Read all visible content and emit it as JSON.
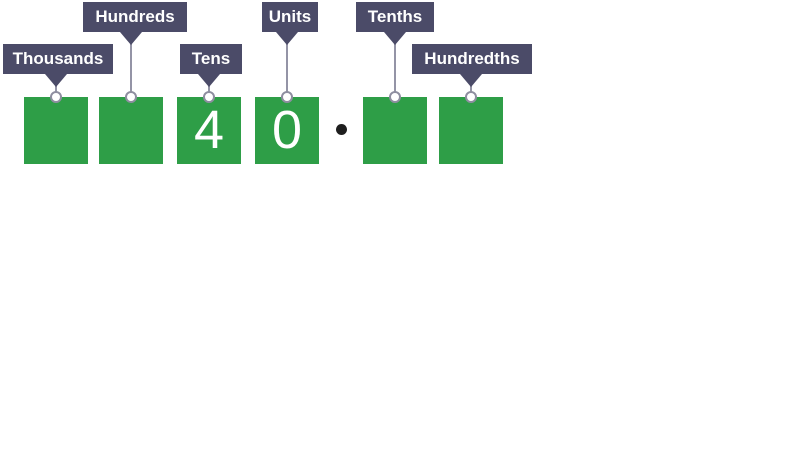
{
  "colors": {
    "box_green": "#2E9E47",
    "label_background": "#4B4B68",
    "label_text": "#FFFFFF",
    "connector_line": "#9494A6",
    "connector_ring": "#8E8EA0",
    "digit_text": "#FFFFFF",
    "decimal_dot": "#1E1E1E",
    "page_background": "#FFFFFF"
  },
  "columns": [
    {
      "id": "thousands",
      "label": "Thousands",
      "digit": ""
    },
    {
      "id": "hundreds",
      "label": "Hundreds",
      "digit": ""
    },
    {
      "id": "tens",
      "label": "Tens",
      "digit": "4"
    },
    {
      "id": "units",
      "label": "Units",
      "digit": "0"
    },
    {
      "id": "tenths",
      "label": "Tenths",
      "digit": ""
    },
    {
      "id": "hundredths",
      "label": "Hundredths",
      "digit": ""
    }
  ],
  "decimal_point": "."
}
